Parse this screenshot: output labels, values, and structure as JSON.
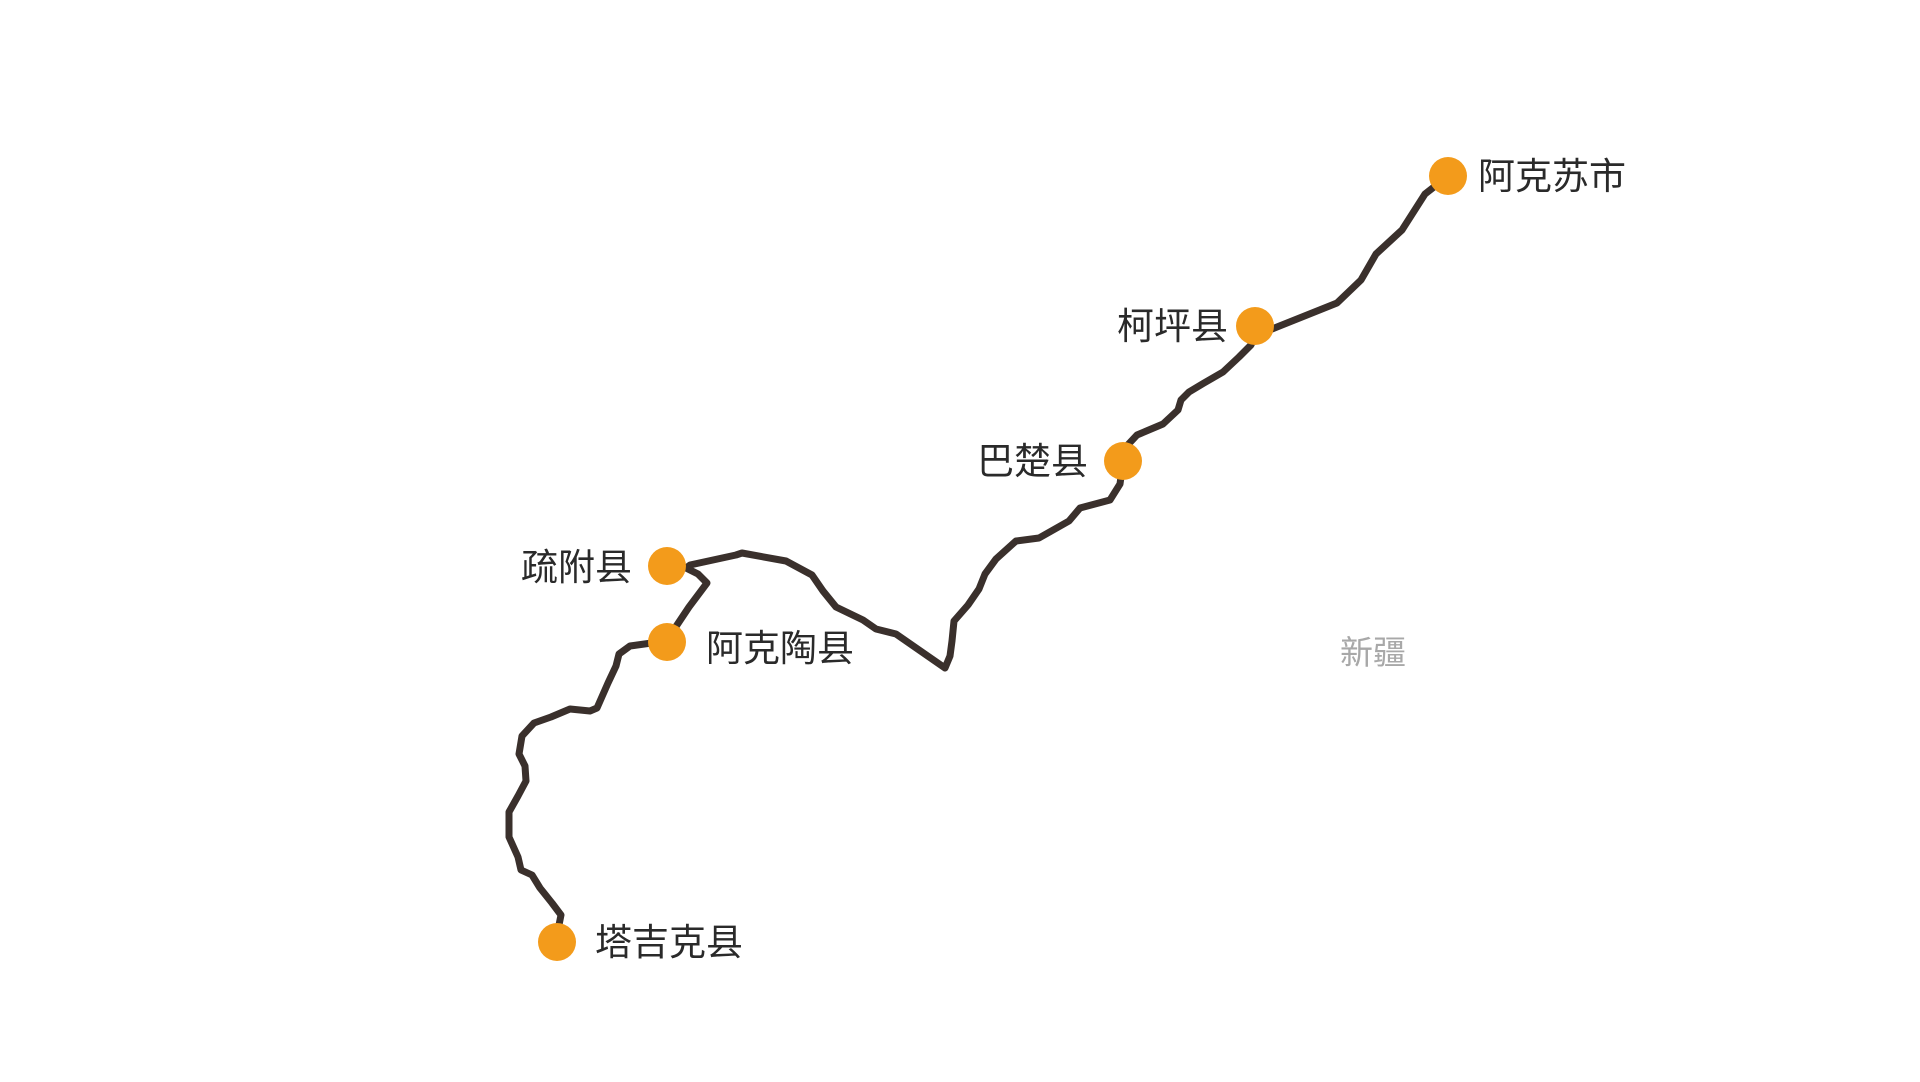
{
  "map": {
    "region_label": "新疆",
    "region_label_color": "#a8a8a8",
    "route_color": "#3a302c",
    "marker_color": "#f39b1b",
    "cities": [
      {
        "id": "aksu",
        "name": "阿克苏市"
      },
      {
        "id": "kalpin",
        "name": "柯坪县"
      },
      {
        "id": "maralbexi",
        "name": "巴楚县"
      },
      {
        "id": "shufu",
        "name": "疏附县"
      },
      {
        "id": "akto",
        "name": "阿克陶县"
      },
      {
        "id": "taxkorgan",
        "name": "塔吉克县"
      }
    ]
  }
}
